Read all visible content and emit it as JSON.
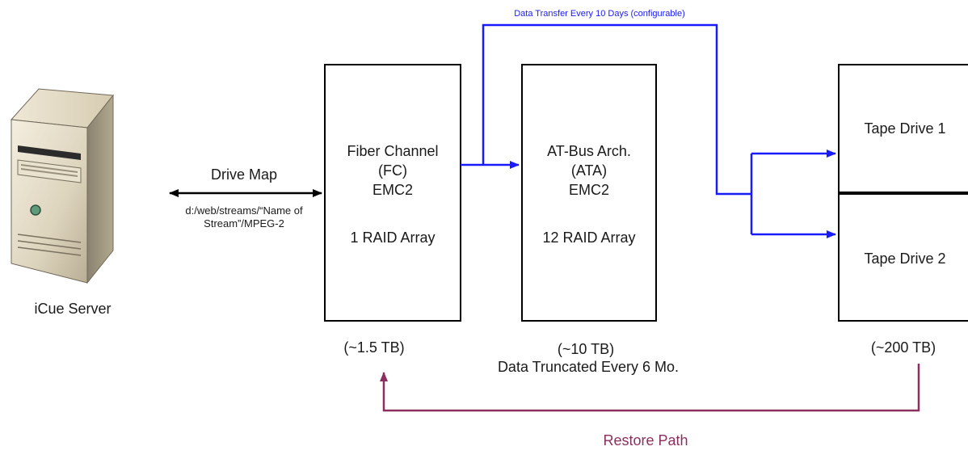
{
  "server": {
    "label": "iCue Server",
    "icon": "tower-server-icon"
  },
  "drive_map": {
    "title": "Drive Map",
    "path_line1": "d:/web/streams/“Name of",
    "path_line2": "Stream”/MPEG-2"
  },
  "fc_box": {
    "line1": "Fiber Channel",
    "line2": "(FC)",
    "line3": "EMC2",
    "line4": "1 RAID Array",
    "capacity": "(~1.5 TB)"
  },
  "ata_box": {
    "line1": "AT-Bus Arch.",
    "line2": "(ATA)",
    "line3": "EMC2",
    "line4": "12 RAID Array",
    "capacity": "(~10 TB)",
    "note": "Data Truncated Every 6 Mo."
  },
  "tape1": {
    "label": "Tape Drive 1"
  },
  "tape2": {
    "label": "Tape Drive 2"
  },
  "tape_capacity": "(~200 TB)",
  "transfer_label": "Data Transfer Every 10 Days (configurable)",
  "restore_label": "Restore Path",
  "colors": {
    "transfer": "#1a1aff",
    "restore": "#8b2f5e",
    "box_border": "#000000",
    "text": "#1a1a1a"
  }
}
